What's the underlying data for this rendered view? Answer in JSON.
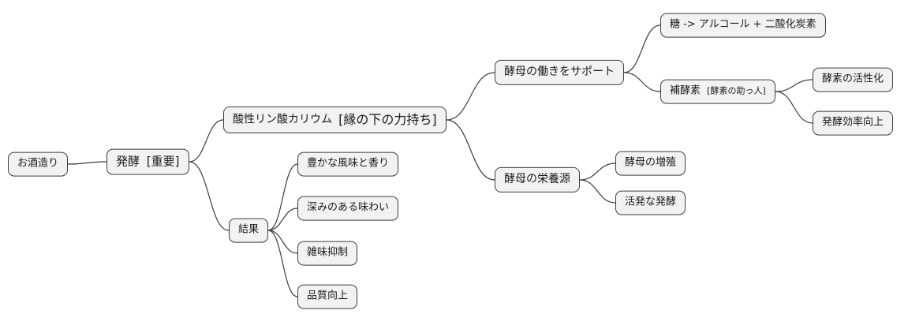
{
  "diagram": {
    "type": "mindmap",
    "node_fill": "#f2f2f2",
    "node_border": "#3d3d3d",
    "edge_color": "#3d3d3d"
  },
  "nodes": {
    "root": {
      "label": "お酒造り"
    },
    "hakko": {
      "label": "発酵",
      "note": "[重要]"
    },
    "acid": {
      "label": "酸性リン酸カリウム",
      "note": "[縁の下の力持ち]"
    },
    "support": {
      "label": "酵母の働きをサポート"
    },
    "sugar": {
      "label": "糖 -> アルコール + 二酸化炭素"
    },
    "coenzyme": {
      "label": "補酵素",
      "note": "[酵素の助っ人]"
    },
    "activation": {
      "label": "酵素の活性化"
    },
    "efficiency": {
      "label": "発酵効率向上"
    },
    "nutrient": {
      "label": "酵母の栄養源"
    },
    "growth": {
      "label": "酵母の増殖"
    },
    "active": {
      "label": "活発な発酵"
    },
    "result": {
      "label": "結果"
    },
    "flavor": {
      "label": "豊かな風味と香り"
    },
    "depth": {
      "label": "深みのある味わい"
    },
    "zatsumi": {
      "label": "雑味抑制"
    },
    "quality": {
      "label": "品質向上"
    }
  },
  "edges": [
    [
      "root",
      "hakko"
    ],
    [
      "hakko",
      "acid"
    ],
    [
      "hakko",
      "result"
    ],
    [
      "acid",
      "support"
    ],
    [
      "acid",
      "nutrient"
    ],
    [
      "support",
      "sugar"
    ],
    [
      "support",
      "coenzyme"
    ],
    [
      "coenzyme",
      "activation"
    ],
    [
      "coenzyme",
      "efficiency"
    ],
    [
      "nutrient",
      "growth"
    ],
    [
      "nutrient",
      "active"
    ],
    [
      "result",
      "flavor"
    ],
    [
      "result",
      "depth"
    ],
    [
      "result",
      "zatsumi"
    ],
    [
      "result",
      "quality"
    ]
  ]
}
